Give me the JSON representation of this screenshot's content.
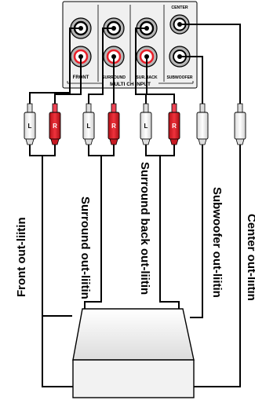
{
  "panel": {
    "title": "MULTI CH INPUT",
    "jack_groups": [
      {
        "label": "FRONT"
      },
      {
        "label": "SURROUND"
      },
      {
        "label": "SUR.BACK"
      },
      {
        "label": "SUBWOOFER",
        "top_label": "CENTER"
      }
    ]
  },
  "plugs": {
    "left_letter": "L",
    "right_letter": "R"
  },
  "cables": [
    {
      "label": "Front out-liitin"
    },
    {
      "label": "Surround out-liitin"
    },
    {
      "label": "Surround back out-liitin"
    },
    {
      "label": "Subwoofer out-liitin"
    },
    {
      "label": "Center out-liitin"
    }
  ],
  "colors": {
    "right_channel": "#e8202a",
    "line": "#000000",
    "panel_fill": "#f0f0f0",
    "device_fill": "#f2f2f2"
  }
}
